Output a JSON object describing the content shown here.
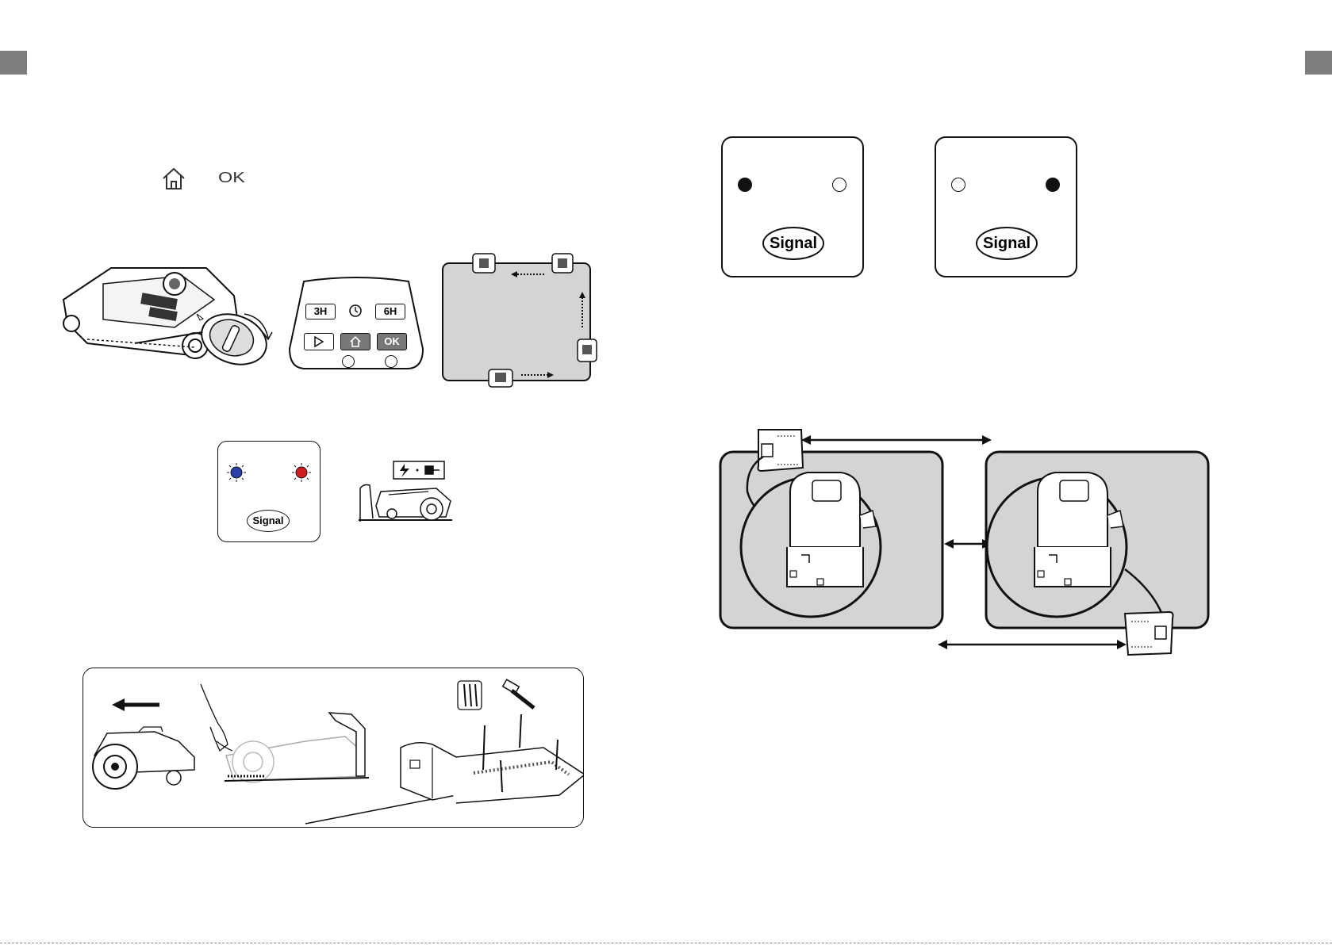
{
  "page": {
    "left_tab_color": "#7d7d7d",
    "right_tab_color": "#7d7d7d"
  },
  "inline_icons": {
    "home_icon": "home-icon",
    "ok_label": "OK"
  },
  "control_panel": {
    "buttons_top": [
      "3H",
      "clock-icon",
      "6H"
    ],
    "buttons_bottom": [
      "play-icon",
      "home-icon",
      "OK"
    ],
    "ok_label": "OK",
    "left_time_label": "3H",
    "right_time_label": "6H"
  },
  "signal_panels": {
    "signal_label": "Signal",
    "small_panel_label": "Signal",
    "panel_a_label": "Signal",
    "panel_b_label": "Signal"
  },
  "colors": {
    "area_fill": "#d4d4d4",
    "blue_led": "#2a3fa8",
    "red_led": "#d01f1f",
    "line": "#1a1a1a"
  }
}
